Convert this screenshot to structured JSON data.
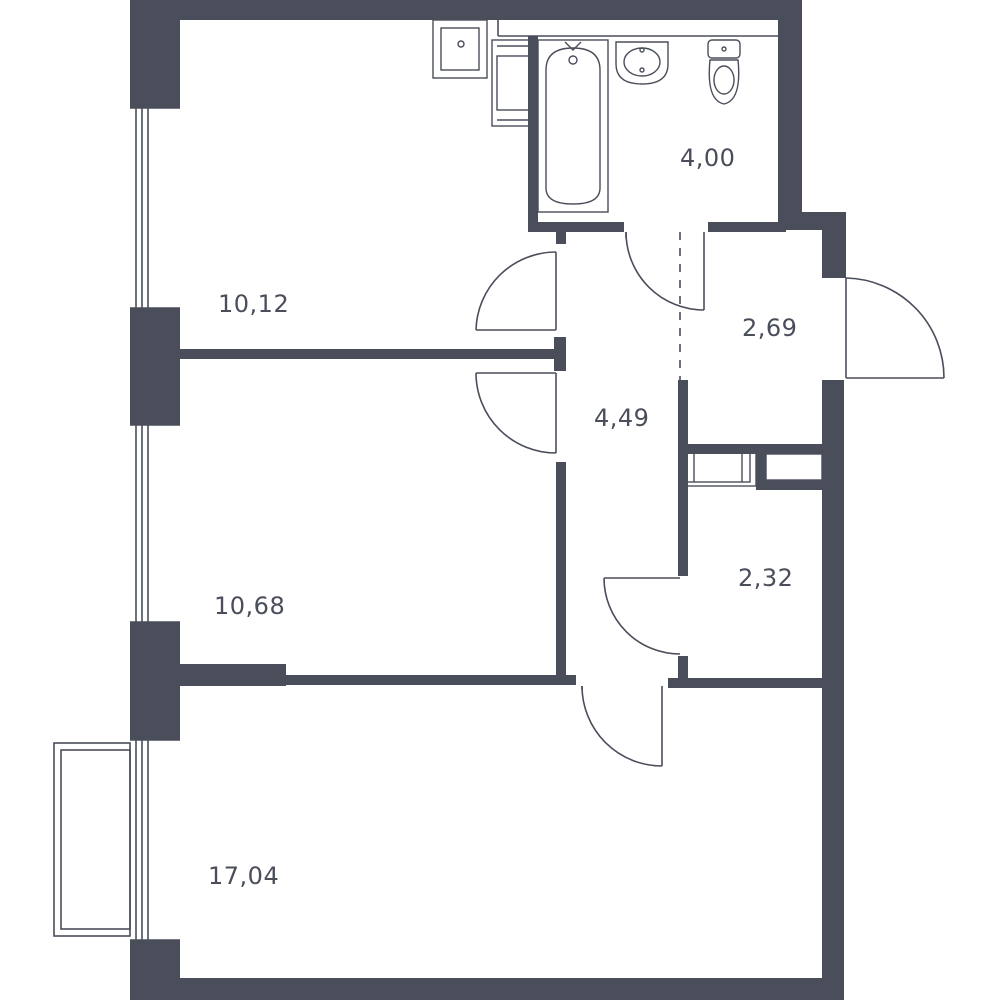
{
  "plan": {
    "wall_color": "#4a4e5a",
    "line_color": "#4a4e5a",
    "background": "#ffffff",
    "rooms": [
      {
        "id": "room-1",
        "area": "10,12"
      },
      {
        "id": "room-2",
        "area": "10,68"
      },
      {
        "id": "room-3",
        "area": "17,04"
      },
      {
        "id": "bathroom",
        "area": "4,00"
      },
      {
        "id": "hallway",
        "area": "4,49"
      },
      {
        "id": "entrance-hall",
        "area": "2,69"
      },
      {
        "id": "storage",
        "area": "2,32"
      }
    ]
  }
}
